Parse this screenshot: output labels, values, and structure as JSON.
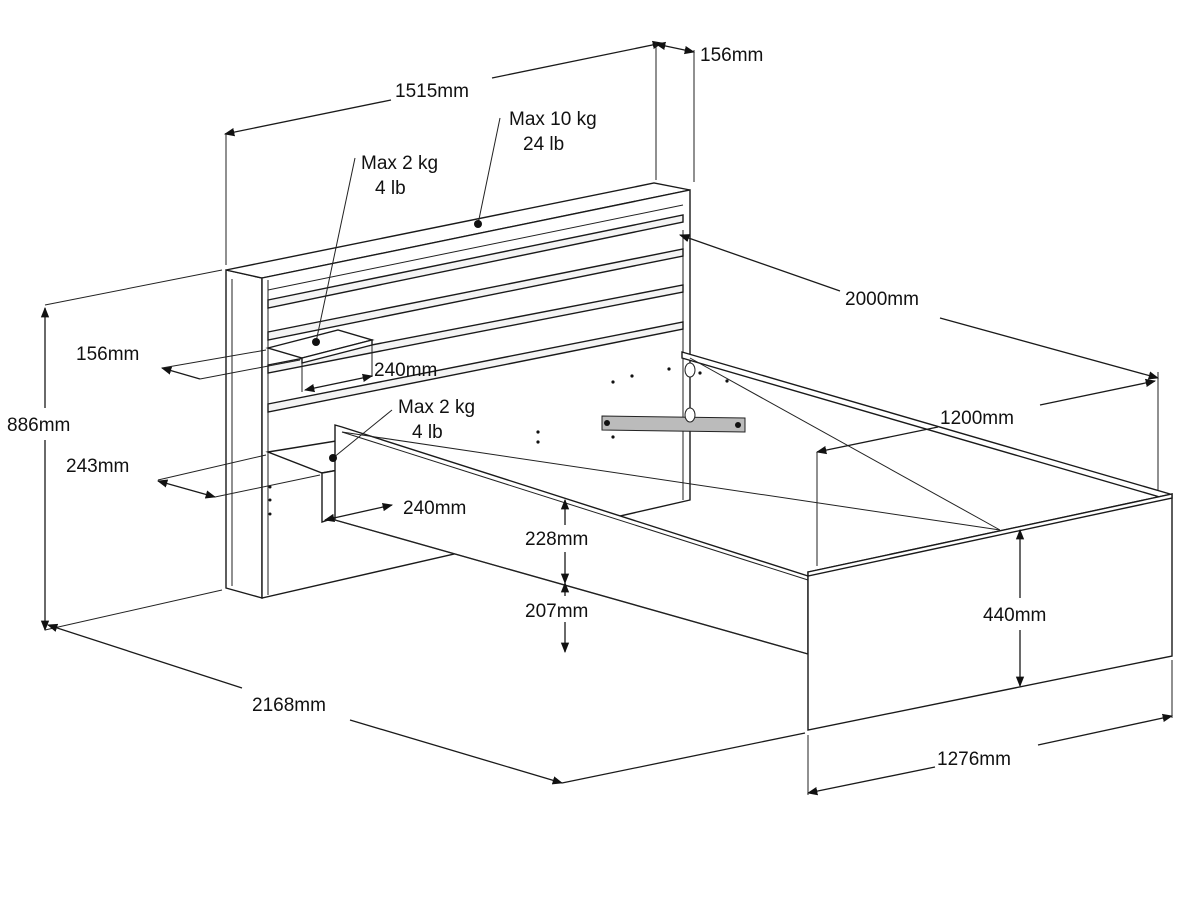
{
  "dimensions": {
    "headboard_width": "1515mm",
    "headboard_depth": "156mm",
    "overall_height": "886mm",
    "bed_length": "2000mm",
    "mattress_width": "1200mm",
    "overall_length": "2168mm",
    "overall_width": "1276mm",
    "footboard_height": "440mm",
    "frame_height_upper": "228mm",
    "frame_height_lower": "207mm",
    "upper_shelf_depth": "156mm",
    "upper_shelf_width": "240mm",
    "lower_shelf_depth": "243mm",
    "lower_shelf_width": "240mm"
  },
  "load_notes": {
    "headboard": {
      "metric": "Max 10 kg",
      "imperial": "24 lb"
    },
    "upper_shelf": {
      "metric": "Max 2 kg",
      "imperial": "4 lb"
    },
    "lower_shelf": {
      "metric": "Max 2 kg",
      "imperial": "4 lb"
    }
  }
}
